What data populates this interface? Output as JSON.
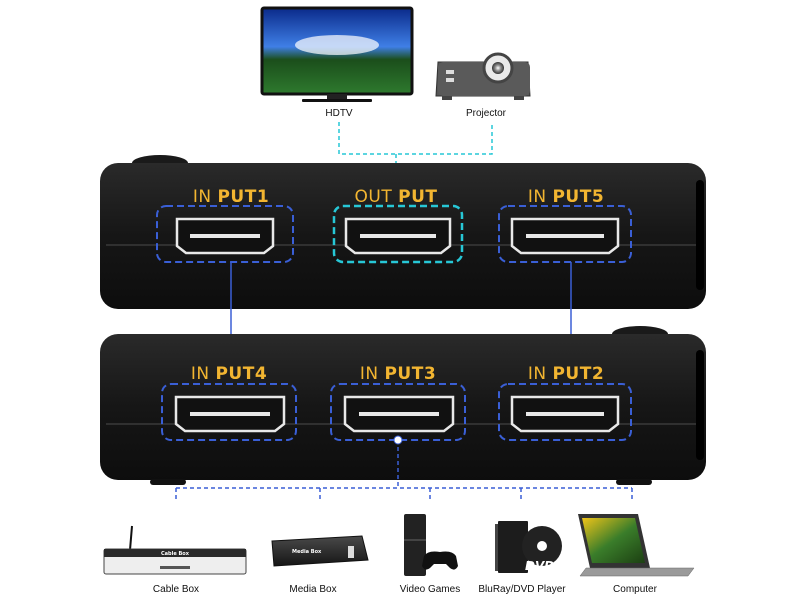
{
  "outputs": {
    "hdtv_label": "HDTV",
    "projector_label": "Projector"
  },
  "switch_top": {
    "port_left": {
      "prefix": "IN ",
      "suffix": "PUT1"
    },
    "port_center": {
      "prefix": "OUT ",
      "suffix": "PUT"
    },
    "port_right": {
      "prefix": "IN ",
      "suffix": "PUT5"
    }
  },
  "switch_bottom": {
    "port_left": {
      "prefix": "IN ",
      "suffix": "PUT4"
    },
    "port_center": {
      "prefix": "IN ",
      "suffix": "PUT3"
    },
    "port_right": {
      "prefix": "IN ",
      "suffix": "PUT2"
    }
  },
  "sources": {
    "cable_box_label": "Cable Box",
    "cable_box_device_text": "Cable Box",
    "media_box_label": "Media Box",
    "media_box_device_text": "Media Box",
    "video_games_label": "Video Games",
    "bluray_label": "BluRay/DVD Player",
    "dvd_logo_text": "DVD",
    "computer_label": "Computer"
  },
  "colors": {
    "label_gold": "#f2b531",
    "input_ring": "#3a5fd6",
    "output_ring": "#27c7d6",
    "device_body": "#1b1b1b"
  }
}
